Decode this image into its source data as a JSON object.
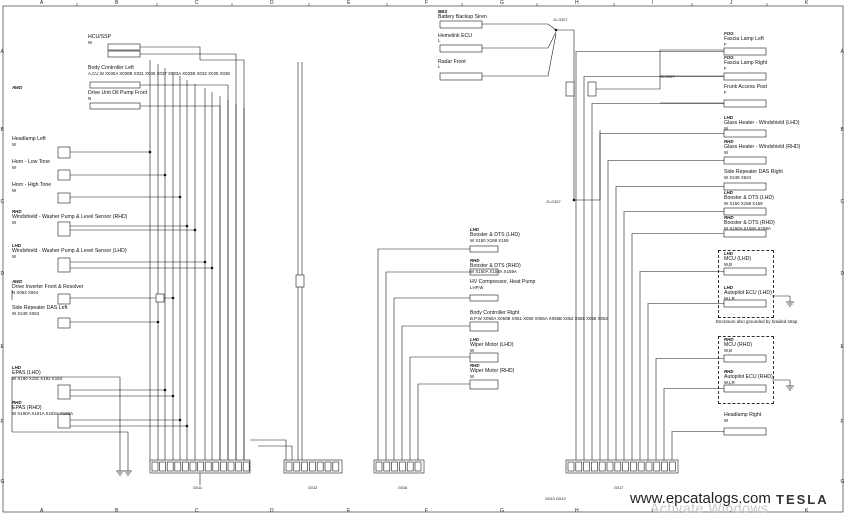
{
  "grid": {
    "columns": [
      "A",
      "B",
      "C",
      "D",
      "E",
      "F",
      "G",
      "H",
      "I",
      "J",
      "K"
    ],
    "rows": [
      "A",
      "B",
      "C",
      "D",
      "E",
      "F",
      "G"
    ]
  },
  "left_panel": {
    "items": [
      {
        "id": "hcu",
        "tag": "",
        "title": "HCU/SSP",
        "wire": "W"
      },
      {
        "id": "bcl",
        "tag": "",
        "title": "Body Controller Left",
        "wire": "A,CU,W   X030A X030B X031 X036 X037 X033A X033B X032 X035 X038"
      },
      {
        "id": "du",
        "tag": "AWD",
        "title": "Drive Unit Oil Pump Front",
        "wire": "N"
      },
      {
        "id": "hl",
        "tag": "",
        "title": "Headlamp Left",
        "wire": "W"
      },
      {
        "id": "hlt",
        "tag": "",
        "title": "Horn - Low Tone",
        "wire": "W"
      },
      {
        "id": "hht",
        "tag": "",
        "title": "Horn - High Tone",
        "wire": "W"
      },
      {
        "id": "wwr",
        "tag": "RHD",
        "title": "Windshield - Washer Pump & Level Sensor (RHD)",
        "wire": "W"
      },
      {
        "id": "wwl",
        "tag": "LHD",
        "title": "Windshield - Washer Pump & Level Sensor (LHD)",
        "wire": "W"
      },
      {
        "id": "dir",
        "tag": "AWD",
        "title": "Drive Inverter Front & Resolver",
        "wire": "N   X063 X064"
      },
      {
        "id": "srl",
        "tag": "",
        "title": "Side Repeater DAS Left",
        "wire": "W   X248 X063"
      },
      {
        "id": "epl",
        "tag": "LHD",
        "title": "EPAS (LHD)",
        "wire": "W   X190 X191 X192 X193"
      },
      {
        "id": "epr",
        "tag": "RHD",
        "title": "EPAS (RHD)",
        "wire": "W   X190A X191A X192A X193A"
      }
    ]
  },
  "middle_panel": {
    "items": [
      {
        "id": "bdr",
        "tag": "LHD",
        "title": "Booster & DTS (LHD)",
        "wire": "W   X150 X158 X159"
      },
      {
        "id": "bdrr",
        "tag": "RHD",
        "title": "Booster & DTS (RHD)",
        "wire": "W   X150A X158A X159A"
      },
      {
        "id": "hvc",
        "tag": "",
        "title": "HV Compressor, Heat Pump",
        "wire": "LHP,W"
      },
      {
        "id": "bcr",
        "tag": "",
        "title": "Body Controller Right",
        "wire": "B,P,W   X050A X050B X051 X059 X056A X056B X052 X055 X058 X062"
      },
      {
        "id": "wml",
        "tag": "LHD",
        "title": "Wiper Motor (LHD)",
        "wire": "W"
      },
      {
        "id": "wmr",
        "tag": "RHD",
        "title": "Wiper Motor (RHD)",
        "wire": "W"
      }
    ]
  },
  "top_middle": {
    "items": [
      {
        "id": "bbs",
        "tag": "BBS",
        "title": "Battery Backup Siren",
        "wire": ""
      },
      {
        "id": "hl_ecu",
        "tag": "",
        "title": "Homelink ECU",
        "wire": "L"
      },
      {
        "id": "rf",
        "tag": "",
        "title": "Radar Front",
        "wire": "L"
      }
    ]
  },
  "right_panel": {
    "items": [
      {
        "id": "fl",
        "tag": "FOG",
        "title": "Fascia Lamp Left",
        "wire": "F"
      },
      {
        "id": "fr",
        "tag": "FOG",
        "title": "Fascia Lamp Right",
        "wire": "F"
      },
      {
        "id": "fap",
        "tag": "",
        "title": "Frunk Access Post",
        "wire": "F"
      },
      {
        "id": "ghl",
        "tag": "LHD",
        "title": "Glass Heater - Windshield (LHD)",
        "wire": "W"
      },
      {
        "id": "ghr",
        "tag": "RHD",
        "title": "Glass Heater - Windshield (RHD)",
        "wire": "W"
      },
      {
        "id": "srr",
        "tag": "",
        "title": "Side Repeater DAS Right",
        "wire": "W   X248 X524"
      },
      {
        "id": "rbl",
        "tag": "LHD",
        "title": "Booster & DTS (LHD)",
        "wire": "W   X150 X158 X159"
      },
      {
        "id": "rbr",
        "tag": "RHD",
        "title": "Booster & DTS (RHD)",
        "wire": "W   X150A X158A X159A"
      },
      {
        "id": "mcl",
        "tag": "LHD",
        "title": "MCU (LHD)",
        "wire": "W,B"
      },
      {
        "id": "apl",
        "tag": "LHD",
        "title": "Autopilot ECU (LHD)",
        "wire": "W,LR"
      },
      {
        "id": "mcr",
        "tag": "RHD",
        "title": "MCU (RHD)",
        "wire": "W,B"
      },
      {
        "id": "apr",
        "tag": "RHD",
        "title": "Autopilot ECU (RHD)",
        "wire": "W,LR"
      },
      {
        "id": "hlr",
        "tag": "",
        "title": "Headlamp Right",
        "wire": "W"
      }
    ],
    "enclosure_note": "Enclosure also grounded by braided strap"
  },
  "splices": {
    "s1": "J1-G327",
    "s2": "J1-G327",
    "s3": "J1-G327"
  },
  "ground_blocks": [
    {
      "id": "g011",
      "label": "G011"
    },
    {
      "id": "g012",
      "label": "G012"
    },
    {
      "id": "g016",
      "label": "G016"
    },
    {
      "id": "g017",
      "label": "G017"
    }
  ],
  "footer": {
    "left_codes": "G013   G012",
    "watermark": "www.epcatalogs.com",
    "watermark2": "Activate Windows",
    "logo": "TESLA"
  }
}
